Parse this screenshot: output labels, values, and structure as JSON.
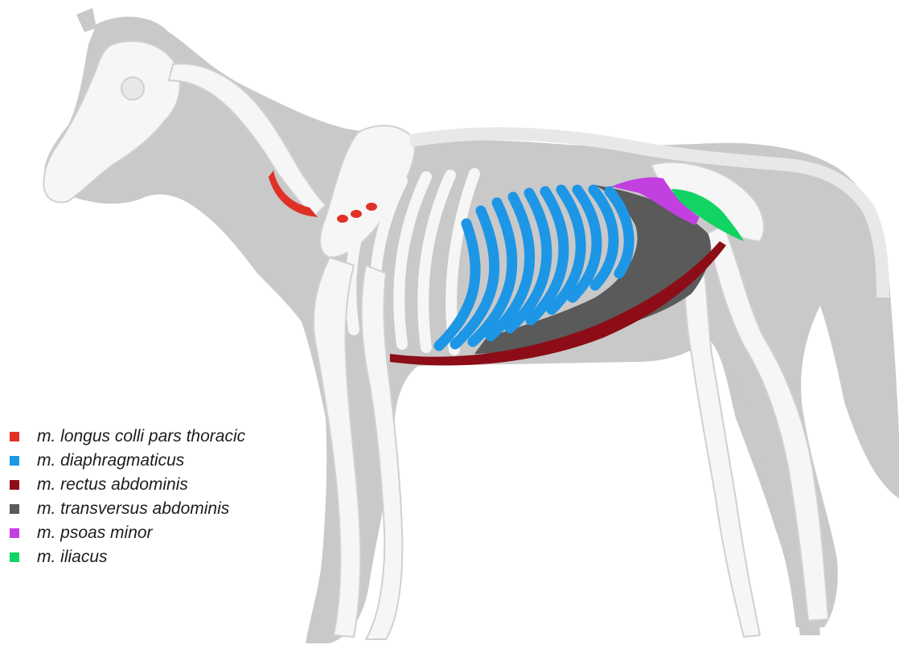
{
  "legend": {
    "items": [
      {
        "key": "longus-colli",
        "label": "m. longus colli pars thoracic",
        "color": "#e03126"
      },
      {
        "key": "diaphragmaticus",
        "label": "m. diaphragmaticus",
        "color": "#1e96e6"
      },
      {
        "key": "rectus-abdominis",
        "label": "m. rectus abdominis",
        "color": "#8c0d17"
      },
      {
        "key": "transversus-abdominis",
        "label": "m. transversus abdominis",
        "color": "#5a5a5a"
      },
      {
        "key": "psoas-minor",
        "label": "m. psoas minor",
        "color": "#c23fe0"
      },
      {
        "key": "iliacus",
        "label": "m. iliacus",
        "color": "#12d463"
      }
    ]
  },
  "colors": {
    "silhouette": "#c9c9c9",
    "bone": "#f6f6f6",
    "bone_outline": "#d0d0d0"
  }
}
